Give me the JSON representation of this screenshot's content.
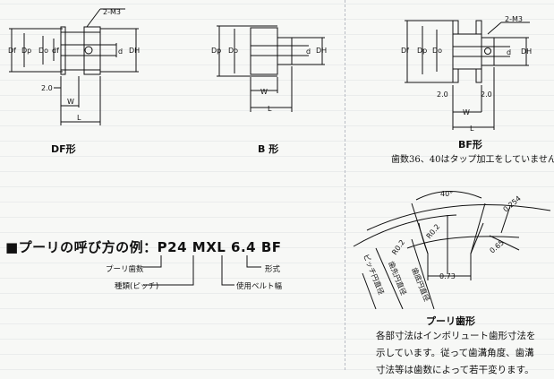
{
  "drawings": {
    "df": {
      "caption": "DF形",
      "screw": "2-M3",
      "dim_df_outer": "Df",
      "dim_dp": "Dp",
      "dim_do": "Do",
      "dim_df_inner": "df",
      "dim_d": "d",
      "dim_dh": "DH",
      "dim_offset": "2.0",
      "dim_w": "W",
      "dim_l": "L"
    },
    "b": {
      "caption": "B 形",
      "dim_dp": "Dp",
      "dim_do": "Do",
      "dim_d": "d",
      "dim_dh": "DH",
      "dim_w": "W",
      "dim_l": "L"
    },
    "bf": {
      "caption": "BF形",
      "note": "歯数36、40はタップ加工をしていません。",
      "screw": "2-M3",
      "dim_df": "Df",
      "dim_dp": "Dp",
      "dim_do": "Do",
      "dim_d": "d",
      "dim_dh": "DH",
      "dim_offset_left": "2.0",
      "dim_offset_right": "2.0",
      "dim_w": "W",
      "dim_l": "L"
    }
  },
  "designation": {
    "title": "■プーリの呼び方の例：P24 MXL 6.4 BF",
    "labels": {
      "teeth": "プーリ歯数",
      "type": "種類(ピッチ)",
      "belt_width": "使用ベルト幅",
      "form": "形式"
    }
  },
  "tooth_profile": {
    "angle": "40°",
    "dim_top": "0.254",
    "dim_depth": "0.65",
    "dim_width": "0.73",
    "radius_left": "R0.2",
    "radius_right": "R0.2",
    "label_pitch": "ピッチ円直径",
    "label_tip": "歯先円直径",
    "label_root": "歯底円直径",
    "caption": "プーリ歯形",
    "description": [
      "各部寸法はインボリュート歯形寸法を",
      "示しています。従って歯溝角度、歯溝",
      "寸法等は歯数によって若干変ります。"
    ]
  }
}
